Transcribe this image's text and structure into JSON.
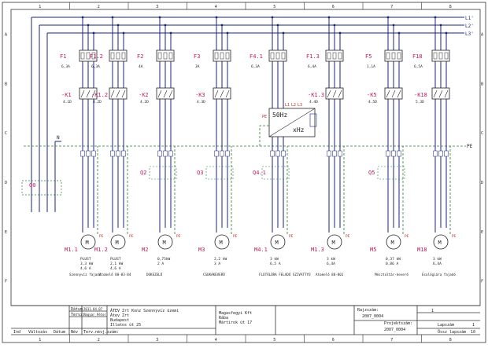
{
  "sheet": {
    "top_ruler": [
      "1",
      "2",
      "3",
      "4",
      "5",
      "6",
      "7",
      "8"
    ],
    "side_ruler": [
      "A",
      "B",
      "C",
      "D",
      "E",
      "F"
    ]
  },
  "bus": {
    "labels": [
      "L1'",
      "L2'",
      "L3'"
    ],
    "n_label": "N",
    "pe_label": "PE"
  },
  "fuses": [
    {
      "label": "F1",
      "rating": "6,3A"
    },
    {
      "label": "F1.2",
      "rating": "6,3A"
    },
    {
      "label": "F2",
      "rating": "4A"
    },
    {
      "label": "F3",
      "rating": "3A"
    },
    {
      "label": "F4.1",
      "rating": "6,3A"
    },
    {
      "label": "F1.3",
      "rating": "6,4A"
    },
    {
      "label": "F5",
      "rating": "1,1A"
    },
    {
      "label": "F18",
      "rating": "6,5A"
    }
  ],
  "contactors": [
    {
      "label": "-K1",
      "type": "4.1D"
    },
    {
      "label": "-K1.2",
      "type": "4.2D"
    },
    {
      "label": "-K2",
      "type": "4.2D"
    },
    {
      "label": "-K3",
      "type": "4.3D"
    },
    {
      "label": "-K1.3",
      "type": "4.4D"
    },
    {
      "label": "-K5",
      "type": "4.5D"
    },
    {
      "label": "-K18",
      "type": "5.3D"
    }
  ],
  "vfd": {
    "freq": "50Hz",
    "out": "xHz",
    "terms": [
      "L1",
      "L2",
      "L3"
    ],
    "pe": "PE"
  },
  "switches": [
    {
      "label": "Q0"
    },
    {
      "label": "Q2"
    },
    {
      "label": "Q3"
    },
    {
      "label": "Q4.1"
    },
    {
      "label": "Q5"
    }
  ],
  "motors": [
    {
      "label": "M1.1",
      "power": "PLUST",
      "spec1": "3,3 kW",
      "spec2": "4,6 A",
      "desc": "Szennyvíz fajadó"
    },
    {
      "label": "M1.2",
      "power": "PLUST",
      "spec1": "2,1 kW",
      "spec2": "4,6 A",
      "desc": "Atomelő 80-83-84"
    },
    {
      "label": "M2",
      "power": "0,75kW",
      "spec1": "2 A",
      "spec2": "",
      "desc": "DOKEZELŐ"
    },
    {
      "label": "M3",
      "power": "2,2 kW",
      "spec1": "3 A",
      "spec2": "",
      "desc": "CSUKAKEVERŐ"
    },
    {
      "label": "M4.1",
      "power": "3 kW",
      "spec1": "6,5 A",
      "spec2": "",
      "desc": "FLOTÁLÓRA FELADÓ SZIVATTYÚ"
    },
    {
      "label": "M1.3",
      "power": "3 kW",
      "spec1": "6,4A",
      "spec2": "",
      "desc": "Atomelő 80-801"
    },
    {
      "label": "M5",
      "power": "0,37 kW",
      "spec1": "0,86 A",
      "spec2": "",
      "desc": "Mésztúltár-keverő"
    },
    {
      "label": "M18",
      "power": "3 kW",
      "spec1": "6,4A",
      "spec2": "",
      "desc": "Ecológiára fajadó"
    }
  ],
  "title_block": {
    "col_headers": [
      "Dátum",
      "Tervz."
    ],
    "date": "2011.04.07",
    "designer": "Magyar Péter",
    "company_lines": [
      "ÁTEV Zrt Konz Szennyvíz üzemi",
      "Átev Zrt",
      "Budapest",
      "Illatos út 25"
    ],
    "owner_lines": [
      "Magasfegyi Kft",
      "Rába",
      "Mártirok út 17"
    ],
    "drawing_no_label": "Rajzszám:",
    "drawing_no": "2007_0004",
    "project_label": "Projektszám:",
    "project_no": "2007_0004",
    "sheet_label": "Lapszám",
    "sheet_no": "1",
    "total_label": "Össz lapszám",
    "total_no": "10",
    "rev_headers": [
      "Ind",
      "Változás",
      "Dátum",
      "Név",
      "Terv.névj.szám:"
    ]
  }
}
